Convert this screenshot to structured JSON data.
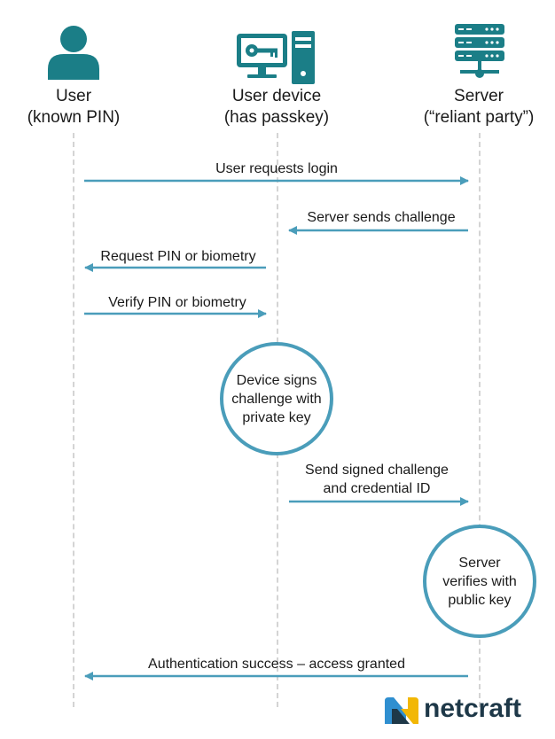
{
  "actors": {
    "user": {
      "line1": "User",
      "line2": "(known PIN)",
      "icon": "user-icon"
    },
    "device": {
      "line1": "User device",
      "line2": "(has passkey)",
      "icon": "computer-with-key-icon"
    },
    "server": {
      "line1": "Server",
      "line2": "(“reliant party”)",
      "icon": "server-icon"
    }
  },
  "messages": {
    "m1": "User requests login",
    "m2": "Server sends challenge",
    "m3": "Request PIN or biometry",
    "m4": "Verify PIN or biometry",
    "m5_line1": "Send signed challenge",
    "m5_line2": "and credential ID",
    "m6": "Authentication success – access granted"
  },
  "steps": {
    "device_sign": {
      "line1": "Device signs",
      "line2": "challenge with",
      "line3": "private key"
    },
    "server_verify": {
      "line1": "Server",
      "line2": "verifies with",
      "line3": "public key"
    }
  },
  "logo": {
    "text": "netcraft"
  },
  "colors": {
    "arrow": "#4a9dba",
    "icon": "#1b7e87",
    "lifeline": "#d4d4d4",
    "logo_text": "#1e3848",
    "logo_blue": "#2f8fd0",
    "logo_yellow": "#f2b705"
  }
}
